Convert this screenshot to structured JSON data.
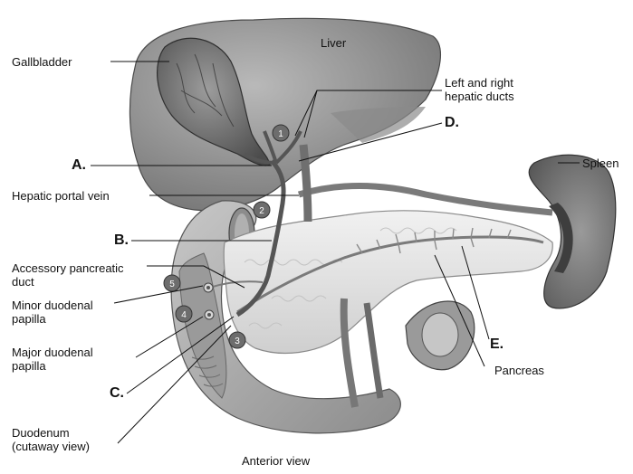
{
  "labels": {
    "gallbladder": "Gallbladder",
    "liver": "Liver",
    "hepatic_ducts_1": "Left and right",
    "hepatic_ducts_2": "hepatic ducts",
    "d": "D.",
    "a": "A.",
    "spleen": "Spleen",
    "hepatic_portal_vein": "Hepatic portal vein",
    "b": "B.",
    "accessory_1": "Accessory pancreatic",
    "accessory_2": "duct",
    "minor_1": "Minor duodenal",
    "minor_2": "papilla",
    "major_1": "Major duodenal",
    "major_2": "papilla",
    "c": "C.",
    "e": "E.",
    "pancreas": "Pancreas",
    "duodenum_1": "Duodenum",
    "duodenum_2": "(cutaway view)",
    "view": "Anterior view"
  },
  "markers": [
    "1",
    "2",
    "3",
    "4",
    "5"
  ]
}
